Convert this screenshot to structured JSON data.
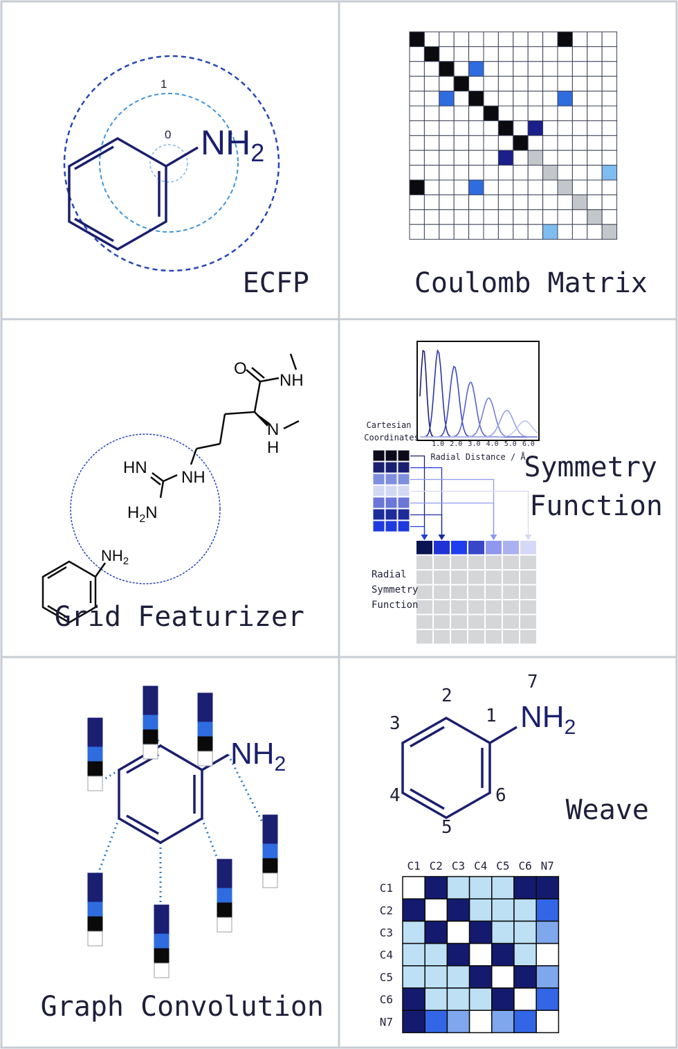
{
  "colors": {
    "frame": "#c7cdd3",
    "ring": "#1a1f6e",
    "dark_blue": "#1b1f72",
    "mid_blue": "#2f67e0",
    "light_blue": "#b9d9f2",
    "black": "#0a0a0a",
    "grey": "#c8cbcf"
  },
  "panels": {
    "ecfp": {
      "label": "ECFP",
      "radius_0": "0",
      "radius_1": "1",
      "amine": "NH",
      "amine_sub": "2"
    },
    "coulomb": {
      "label": "Coulomb Matrix",
      "cells": [
        [
          0,
          0,
          "black"
        ],
        [
          10,
          0,
          "black"
        ],
        [
          1,
          1,
          "black"
        ],
        [
          2,
          2,
          "black"
        ],
        [
          4,
          2,
          "mid"
        ],
        [
          3,
          3,
          "black"
        ],
        [
          2,
          4,
          "mid"
        ],
        [
          4,
          4,
          "black"
        ],
        [
          10,
          4,
          "mid"
        ],
        [
          5,
          5,
          "black"
        ],
        [
          6,
          6,
          "black"
        ],
        [
          8,
          6,
          "navy"
        ],
        [
          7,
          7,
          "black"
        ],
        [
          6,
          8,
          "navy"
        ],
        [
          8,
          8,
          "grey"
        ],
        [
          9,
          9,
          "grey"
        ],
        [
          13,
          9,
          "lightmid"
        ],
        [
          0,
          10,
          "black"
        ],
        [
          4,
          10,
          "mid"
        ],
        [
          10,
          10,
          "grey"
        ],
        [
          11,
          11,
          "grey"
        ],
        [
          12,
          12,
          "grey"
        ],
        [
          9,
          13,
          "lightmid"
        ],
        [
          13,
          13,
          "grey"
        ]
      ]
    },
    "grid": {
      "label": "Grid Featurizer",
      "o": "O",
      "nh_amide": "NH",
      "nh_methyl": "N",
      "h_methyl": "H",
      "hn": "HN",
      "nh_guan": "NH",
      "h2n": "H",
      "h2n_sub": "2",
      "h2n_n": "N",
      "aniline_nh": "NH",
      "aniline_sub": "2"
    },
    "symmetry": {
      "label_line1": "Symmetry",
      "label_line2": "Function",
      "cartesian_line1": "Cartesian",
      "cartesian_line2": "Coordinates",
      "radial_line1": "Radial",
      "radial_line2": "Symmetry",
      "radial_line3": "Function",
      "x_axis_label": "Radial Distance / Å",
      "x_ticks": [
        "1.0",
        "2.0",
        "3.0",
        "4.0",
        "5.0",
        "6.0"
      ],
      "gaussian_centers": [
        0.2,
        1.0,
        1.9,
        2.8,
        3.8,
        4.8,
        5.8
      ],
      "gaussian_widths": [
        0.32,
        0.42,
        0.5,
        0.58,
        0.66,
        0.74,
        0.82
      ],
      "gaussian_heights": [
        1.0,
        0.98,
        0.8,
        0.62,
        0.44,
        0.3,
        0.18
      ],
      "coord_row_colors": [
        "#0a0a1a",
        "#1b1f72",
        "#7f8fe0",
        "#d3d8f4",
        "#6a77d8",
        "#1e2c9a",
        "#1e3be0"
      ],
      "header_colors": [
        "#0b1452",
        "#1f32d6",
        "#1f3ef0",
        "#3648c8",
        "#8f98ee",
        "#aab0f0",
        "#d6d9f6"
      ]
    },
    "graph_conv": {
      "label": "Graph Convolution",
      "amine": "NH",
      "amine_sub": "2"
    },
    "weave": {
      "label": "Weave",
      "atom_numbers": [
        "1",
        "2",
        "3",
        "4",
        "5",
        "6",
        "7"
      ],
      "amine": "NH",
      "amine_sub": "2",
      "column_headers": [
        "C1",
        "C2",
        "C3",
        "C4",
        "C5",
        "C6",
        "N7"
      ],
      "row_headers": [
        "C1",
        "C2",
        "C3",
        "C4",
        "C5",
        "C6",
        "N7"
      ],
      "matrix": [
        [
          "w",
          "n",
          "l",
          "l",
          "l",
          "n",
          "n"
        ],
        [
          "n",
          "w",
          "n",
          "l",
          "l",
          "l",
          "m"
        ],
        [
          "l",
          "n",
          "w",
          "n",
          "l",
          "l",
          "p"
        ],
        [
          "l",
          "l",
          "n",
          "w",
          "n",
          "l",
          "w"
        ],
        [
          "l",
          "l",
          "l",
          "n",
          "w",
          "n",
          "p"
        ],
        [
          "n",
          "l",
          "l",
          "l",
          "n",
          "w",
          "m"
        ],
        [
          "n",
          "m",
          "p",
          "w",
          "p",
          "m",
          "w"
        ]
      ]
    }
  }
}
